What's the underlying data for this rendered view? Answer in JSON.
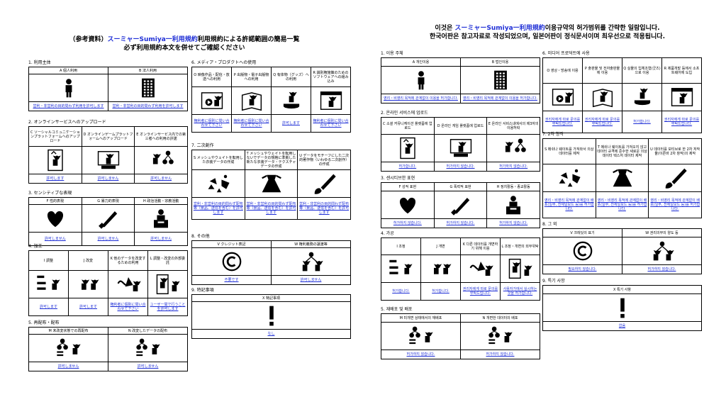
{
  "jp": {
    "header": {
      "line1_pre": "（参考資料）",
      "line1_link": "スーミャーSumiya一利用規約",
      "line1_post": "利用規約による許諾範囲の簡易一覧",
      "line2": "必ず利用規約本文を併せてご確認ください"
    },
    "sections": [
      {
        "title": "1. 利用主体",
        "cells": [
          {
            "label": "A 個人利用",
            "icon": "person-icon",
            "value": "営利・非営利の目的問わず利用を許可します"
          },
          {
            "label": "B 法人利用",
            "icon": "building-icon",
            "value": "営利・非営利の目的問わず利用を許可します"
          }
        ]
      },
      {
        "title": "2. オンラインサービスへのアップロード",
        "cells": [
          {
            "label": "C ソーシャルコミュニケーションプラットフォームへのアップロード",
            "icon": "upload-icon",
            "value": "許可します"
          },
          {
            "label": "D オンラインゲームプラットフォームへのアップロード",
            "icon": "game-icon",
            "value": "許可しません"
          },
          {
            "label": "E オンラインサービス内での第三者への利用の許諾",
            "icon": "share-icon",
            "value": "許可しません"
          }
        ]
      },
      {
        "title": "3. センシティブな表現",
        "cells": [
          {
            "label": "F 性的表現",
            "icon": "heart-icon",
            "value": "許可しません"
          },
          {
            "label": "G 暴力的表現",
            "icon": "knife-icon",
            "value": "許可しません"
          },
          {
            "label": "H 政治活動・宗教活動",
            "icon": "speech-icon",
            "value": "許可しません"
          }
        ]
      },
      {
        "title": "4. 加工",
        "cells": [
          {
            "label": "I 調整",
            "icon": "adjust-icon",
            "value": "許可します"
          },
          {
            "label": "J 改変",
            "icon": "modify-icon",
            "value": "許可します"
          },
          {
            "label": "K 他のデータを改変するための利用",
            "icon": "morph-icon",
            "value": "権利者に個別に問い合わせて下さい"
          },
          {
            "label": "L 調整・改変の外部委託",
            "icon": "outsource-icon",
            "value": "ユーザー間で行うことを許可します"
          }
        ]
      },
      {
        "title": "5. 再配布・配布",
        "cells": [
          {
            "label": "M 未改変状態での再配布",
            "icon": "redistribute-icon",
            "value": "許可しません"
          },
          {
            "label": "N 改変したデータの配布",
            "icon": "redistribute-icon",
            "value": "許可しません"
          }
        ]
      },
      {
        "title": "6. メディア・プロダクトへの使用",
        "cells": [
          {
            "label": "O 映像作品・配信・放送への利用",
            "icon": "video-icon",
            "value": "権利者に個別に問い合わせて下さい"
          },
          {
            "label": "P 出版物・電子出版物への利用",
            "icon": "book-icon",
            "value": "権利者に個別に問い合わせて下さい"
          },
          {
            "label": "Q 有体物（グッズ）への利用",
            "icon": "figure-icon",
            "value": "許可します"
          },
          {
            "label": "R 識別権施策のためのソフトウェアへの組み込み",
            "icon": "software-icon",
            "value": "権利者に個別に問い合わせて下さい"
          }
        ]
      },
      {
        "title": "7. 二次創作",
        "cells": [
          {
            "label": "S メッシュやウェイトを転用した衣装データの作成",
            "icon": "costume-icon",
            "value": "営利・非営利の目的問わず配布等（景品、送信を含む）を許可します"
          },
          {
            "label": "T メッシュやウェイトを転用しないでデータの規格に準拠した新たな衣装データ・テクスチャデータの作成",
            "icon": "dress-icon",
            "value": "営利・非営利の目的問わず配布等（景品、送信を含む）を許可します"
          },
          {
            "label": "U データをモチーフにした二次的著作物（いわゆる二次創作）の作成",
            "icon": "brush-icon",
            "value": "営利・非営利の目的問わず配布等（景品、送信を含む）を許可します"
          }
        ]
      },
      {
        "title": "8. その他",
        "cells": [
          {
            "label": "V クレジット表記",
            "icon": "copyright-icon",
            "value": "不要です"
          },
          {
            "label": "W 権利義務の譲渡等",
            "icon": "transfer-icon",
            "value": "許可しません"
          }
        ]
      },
      {
        "title": "9. 特記事項",
        "cells": [
          {
            "label": "X 特記事項",
            "icon": "exclamation-icon",
            "value": "なし"
          }
        ]
      }
    ]
  },
  "kr": {
    "header": {
      "line1_pre": "이것은 ",
      "line1_link": "スーミャーSumiya一利用規約",
      "line1_post": "이용규약의 허가범위를 간략한 일람입니다.",
      "line2": "한국어판은 참고자료로 작성되었으며, 일본어판이 정식문서이며 최우선으로 적용됩니다."
    },
    "sections": [
      {
        "title": "1. 이용 주체",
        "cells": [
          {
            "label": "A 개인이용",
            "icon": "person-icon",
            "value": "영리・비영리 목적에 관계없이 이용을 허가합니다."
          },
          {
            "label": "B 법인이용",
            "icon": "building-icon",
            "value": "영리・비영리 목적에 관계없이 이용을 허가합니다."
          }
        ]
      },
      {
        "title": "2. 온라인 서비스에 업로드",
        "cells": [
          {
            "label": "C 소셜 커뮤니케이션 플랫폼에 업로드",
            "icon": "upload-icon",
            "value": "허가합니다."
          },
          {
            "label": "D 온라인 게임 플랫폼에 업로드",
            "icon": "game-icon",
            "value": "허가하지 않습니다."
          },
          {
            "label": "E 온라인 서비스내에서의 제3자의 이용허락",
            "icon": "share-icon",
            "value": "허가하지 않습니다."
          }
        ]
      },
      {
        "title": "3. 센시티브한 표현",
        "cells": [
          {
            "label": "F 성적 표현",
            "icon": "heart-icon",
            "value": "허가하지 않습니다."
          },
          {
            "label": "G 폭력적 표현",
            "icon": "knife-icon",
            "value": "허가하지 않습니다."
          },
          {
            "label": "H 정치활동・종교활동",
            "icon": "speech-icon",
            "value": "허가하지 않습니다."
          }
        ]
      },
      {
        "title": "4. 가공",
        "cells": [
          {
            "label": "I 조정",
            "icon": "adjust-icon",
            "value": "허가합니다."
          },
          {
            "label": "J 개변",
            "icon": "modify-icon",
            "value": "허가합니다."
          },
          {
            "label": "K 다른 데이터를 개변하기 위해 이용",
            "icon": "morph-icon",
            "value": "권리자에게 따로 문의를 부탁드립니다."
          },
          {
            "label": "L 조정・개변의 외부위탁",
            "icon": "outsource-icon",
            "value": "사용자가에서 실시하는 것을 허가합니다."
          }
        ]
      },
      {
        "title": "5. 재배포 및 배포",
        "cells": [
          {
            "label": "M 미개변 상태에서의 재배포",
            "icon": "redistribute-icon",
            "value": "허가하지 않습니다."
          },
          {
            "label": "N 개변한 데이터의 배포",
            "icon": "redistribute-icon",
            "value": "허가하지 않습니다."
          }
        ]
      },
      {
        "title": "6. 미디어 프로덕트에 사용",
        "cells": [
          {
            "label": "O 영상・방송에 이용",
            "icon": "video-icon",
            "value": "권리자에게 따로 문의를 부탁드립니다."
          },
          {
            "label": "P 출판물 및 전자출판물에 이용",
            "icon": "book-icon",
            "value": "권리자에게 따로 문의를 부탁드립니다."
          },
          {
            "label": "Q 실물의 입체조형(굿즈)으로 이용",
            "icon": "figure-icon",
            "value": "허가합니다."
          },
          {
            "label": "R 제품개발 등에서 소프트웨어에 도입",
            "icon": "software-icon",
            "value": "권리자에게 따로 문의를 부탁드립니다."
          }
        ]
      },
      {
        "title": "7. 2차 창작",
        "cells": [
          {
            "label": "S 메쉬나 웨이트를 가져와서 의상 데이터를 제작",
            "icon": "costume-icon",
            "value": "영리・비영리 목적에 관계없이 배포(일부, 전체일모드 등)를 허가합니다."
          },
          {
            "label": "T 메쉬나 웨이트를 가져오지 않고 데이터 규격에 준수한 새로운 의상 데이터 텍스처 데이터 제작",
            "icon": "dress-icon",
            "value": "영리・비영리 목적에 관계없이 배포(일부, 전체일모드 등)를 허가합니다."
          },
          {
            "label": "U 데이터를 모티브로 한 2차 저작물(이른바 2차 창작)의 제작",
            "icon": "brush-icon",
            "value": "영리・비영리 목적에 관계없이 배포(일부, 전체일모드 등)를 허가합니다."
          }
        ]
      },
      {
        "title": "8. 그 외",
        "cells": [
          {
            "label": "V 크레딧의 표기",
            "icon": "copyright-icon",
            "value": "필요하지 않습니다."
          },
          {
            "label": "W 권리의무의 양도 등",
            "icon": "transfer-icon",
            "value": "허가하지 않습니다."
          }
        ]
      },
      {
        "title": "9. 특기 사항",
        "cells": [
          {
            "label": "X 특기 사항",
            "icon": "exclamation-icon",
            "value": "없음"
          }
        ]
      }
    ]
  },
  "colors": {
    "link": "#1f2fd6",
    "ink": "#000000"
  }
}
